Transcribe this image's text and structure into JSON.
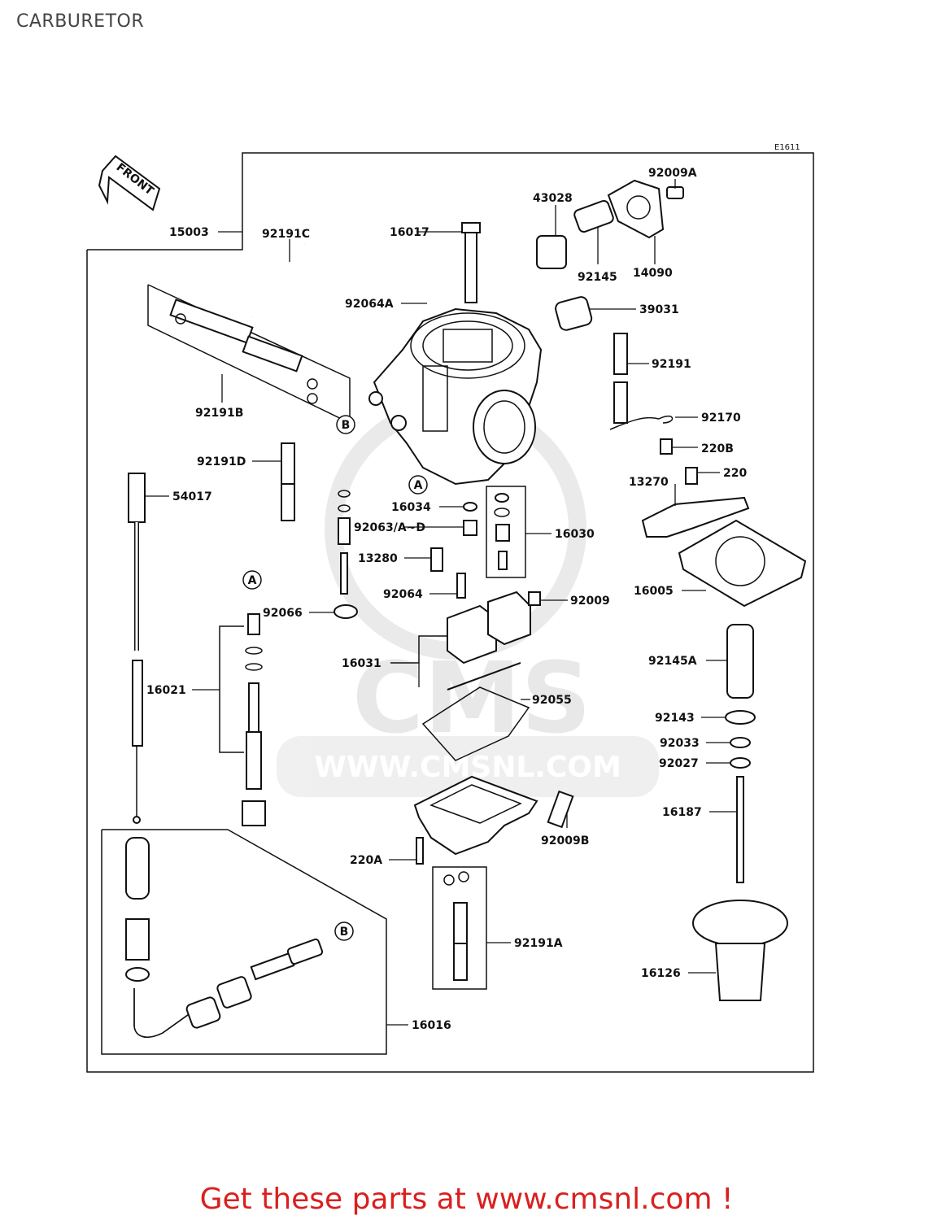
{
  "page": {
    "title": "CARBURETOR",
    "diagram_code": "E1611",
    "front_label": "FRONT",
    "watermark": "WWW.CMSNL.COM",
    "watermark_logo": "CMS",
    "footer": "Get these parts at www.cmsnl.com !"
  },
  "callouts": [
    {
      "id": "c-A",
      "text": "A"
    },
    {
      "id": "c-B",
      "text": "B"
    }
  ],
  "parts": [
    {
      "id": "p15003",
      "label": "15003"
    },
    {
      "id": "p92191C",
      "label": "92191C"
    },
    {
      "id": "p16017",
      "label": "16017"
    },
    {
      "id": "p43028",
      "label": "43028"
    },
    {
      "id": "p92009A",
      "label": "92009A"
    },
    {
      "id": "p92145",
      "label": "92145"
    },
    {
      "id": "p14090",
      "label": "14090"
    },
    {
      "id": "p92064A",
      "label": "92064A"
    },
    {
      "id": "p39031",
      "label": "39031"
    },
    {
      "id": "p92191",
      "label": "92191"
    },
    {
      "id": "p92191B",
      "label": "92191B"
    },
    {
      "id": "p92170",
      "label": "92170"
    },
    {
      "id": "p220B",
      "label": "220B"
    },
    {
      "id": "p92191D",
      "label": "92191D"
    },
    {
      "id": "p220",
      "label": "220"
    },
    {
      "id": "p13270",
      "label": "13270"
    },
    {
      "id": "p54017",
      "label": "54017"
    },
    {
      "id": "p16034",
      "label": "16034"
    },
    {
      "id": "p92063",
      "label": "92063/A~D"
    },
    {
      "id": "p16030",
      "label": "16030"
    },
    {
      "id": "p13280",
      "label": "13280"
    },
    {
      "id": "p92064",
      "label": "92064"
    },
    {
      "id": "p92009",
      "label": "92009"
    },
    {
      "id": "p16005",
      "label": "16005"
    },
    {
      "id": "p92066",
      "label": "92066"
    },
    {
      "id": "p16031",
      "label": "16031"
    },
    {
      "id": "p92145A",
      "label": "92145A"
    },
    {
      "id": "p16021",
      "label": "16021"
    },
    {
      "id": "p92055",
      "label": "92055"
    },
    {
      "id": "p92143",
      "label": "92143"
    },
    {
      "id": "p92033",
      "label": "92033"
    },
    {
      "id": "p92027",
      "label": "92027"
    },
    {
      "id": "p16187",
      "label": "16187"
    },
    {
      "id": "p92009B",
      "label": "92009B"
    },
    {
      "id": "p220A",
      "label": "220A"
    },
    {
      "id": "p92191A",
      "label": "92191A"
    },
    {
      "id": "p16126",
      "label": "16126"
    },
    {
      "id": "p16016",
      "label": "16016"
    }
  ]
}
